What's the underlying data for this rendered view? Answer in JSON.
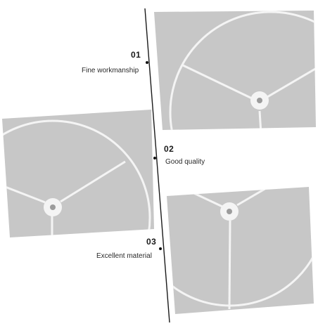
{
  "features": [
    {
      "number": "01",
      "caption": "Fine workmanship"
    },
    {
      "number": "02",
      "caption": "Good quality"
    },
    {
      "number": "03",
      "caption": "Excellent material"
    }
  ],
  "colors": {
    "panel_gray": "#c7c7c7",
    "ring_white": "#f4f4f4",
    "divider_line": "#1a1a1a"
  }
}
